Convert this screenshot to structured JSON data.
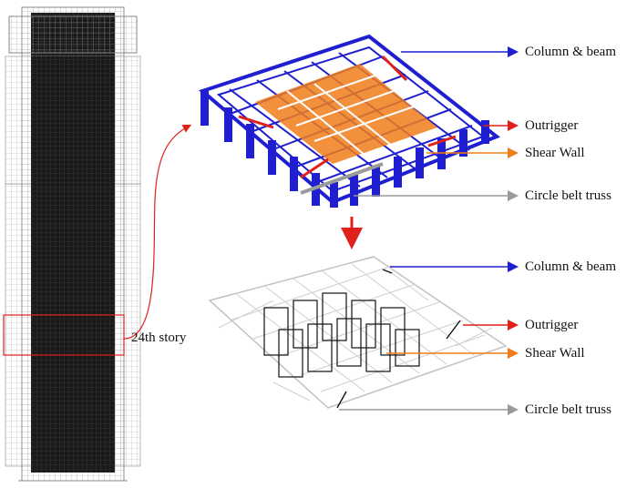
{
  "story_label": "24th story",
  "top_callouts": [
    {
      "label": "Column & beam",
      "color": "#1f1fd1"
    },
    {
      "label": "Outrigger",
      "color": "#e0201a"
    },
    {
      "label": "Shear Wall",
      "color": "#f07d1a"
    },
    {
      "label": "Circle belt truss",
      "color": "#9a9a9a"
    }
  ],
  "bottom_callouts": [
    {
      "label": "Column & beam",
      "color": "#1f1fd1"
    },
    {
      "label": "Outrigger",
      "color": "#e0201a"
    },
    {
      "label": "Shear Wall",
      "color": "#f07d1a"
    },
    {
      "label": "Circle belt truss",
      "color": "#9a9a9a"
    }
  ],
  "colors": {
    "highlight": "#e0201a",
    "frame": "#1f1fd1",
    "core": "#f07d1a",
    "wire": "#bdbdbd",
    "core_wire": "#111111"
  }
}
